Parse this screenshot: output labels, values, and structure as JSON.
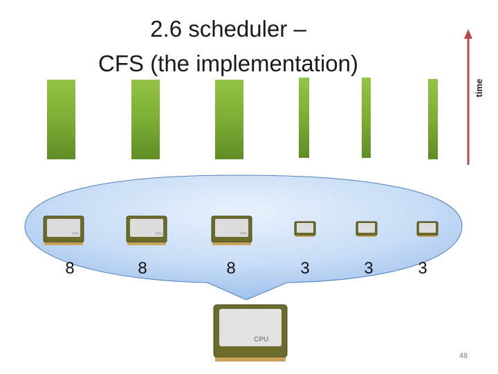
{
  "slide": {
    "title_line1": "2.6 scheduler –",
    "title_line2": "CFS (the implementation)",
    "time_label": "time",
    "page_number": "48"
  },
  "cpu_icon_label": "CPU",
  "weights": [
    "8",
    "8",
    "8",
    "3",
    "3",
    "3"
  ],
  "colors": {
    "bar_green": "#7aab33",
    "time_arrow": "#b84a4a",
    "bubble_fill": "#bcd6f5",
    "cpu_body": "#6b6b2b"
  }
}
